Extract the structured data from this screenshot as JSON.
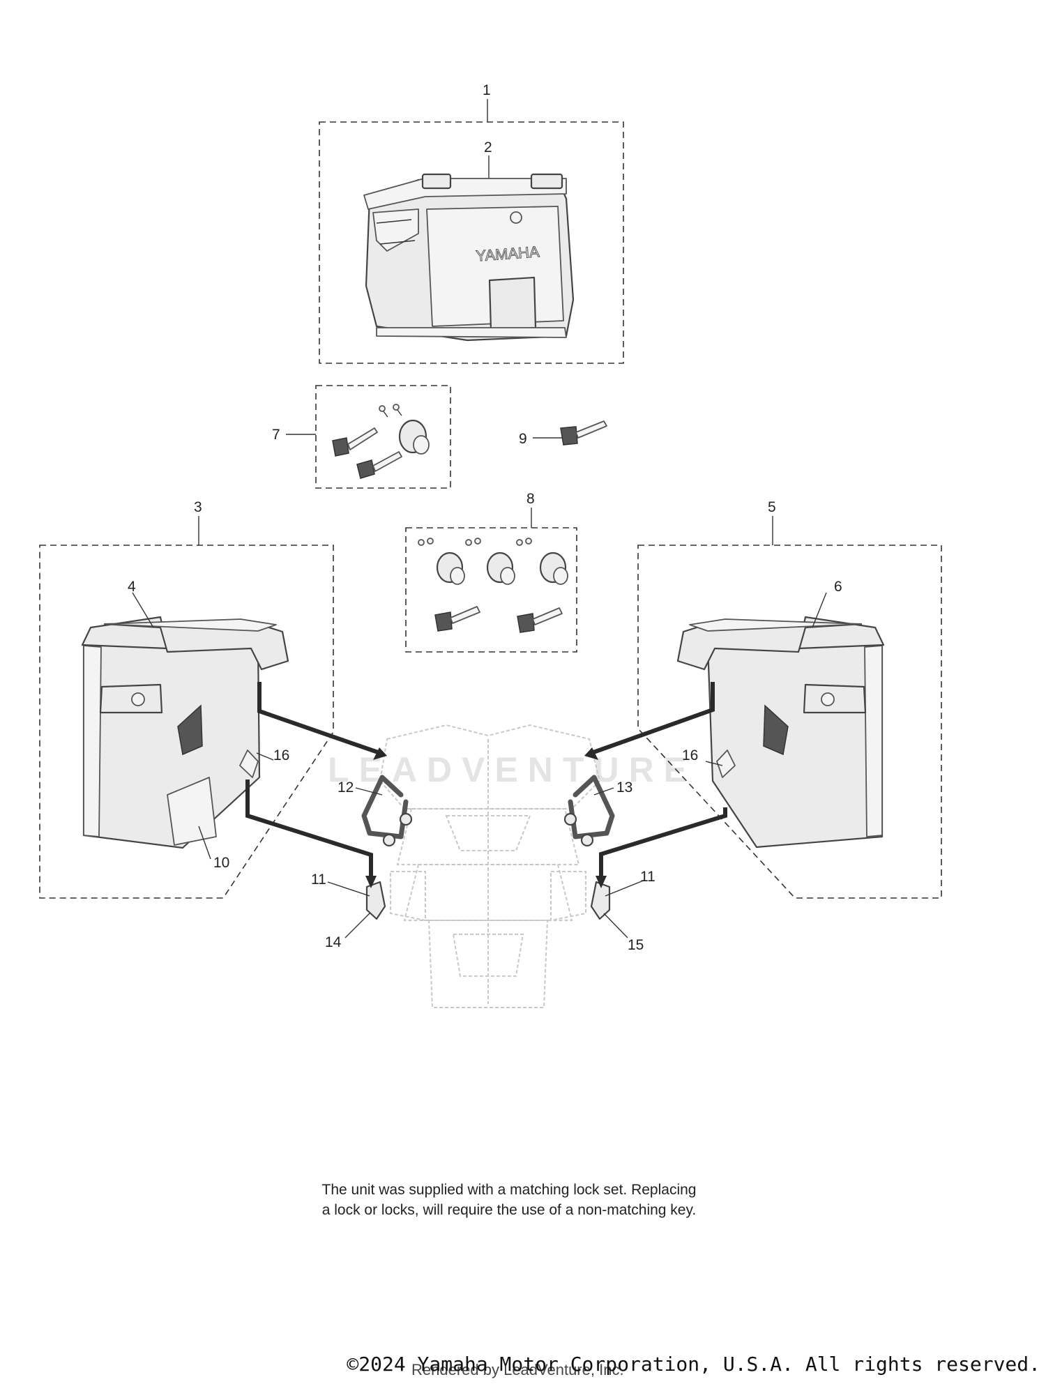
{
  "diagram": {
    "callouts": [
      "1",
      "2",
      "3",
      "4",
      "5",
      "6",
      "7",
      "8",
      "9",
      "10",
      "11",
      "11",
      "12",
      "13",
      "14",
      "15",
      "16",
      "16"
    ],
    "top_case_brand": "YAMAHA"
  },
  "note": {
    "line1": "The unit was supplied with a matching lock set. Replacing",
    "line2": "a lock or locks, will require the use of a non-matching key."
  },
  "footer": {
    "copyright": "©2024 Yamaha Motor Corporation, U.S.A. All rights reserved.",
    "rendered_by": "Rendered by LeadVenture, Inc."
  },
  "watermark": {
    "text": "LEADVENTURE"
  }
}
